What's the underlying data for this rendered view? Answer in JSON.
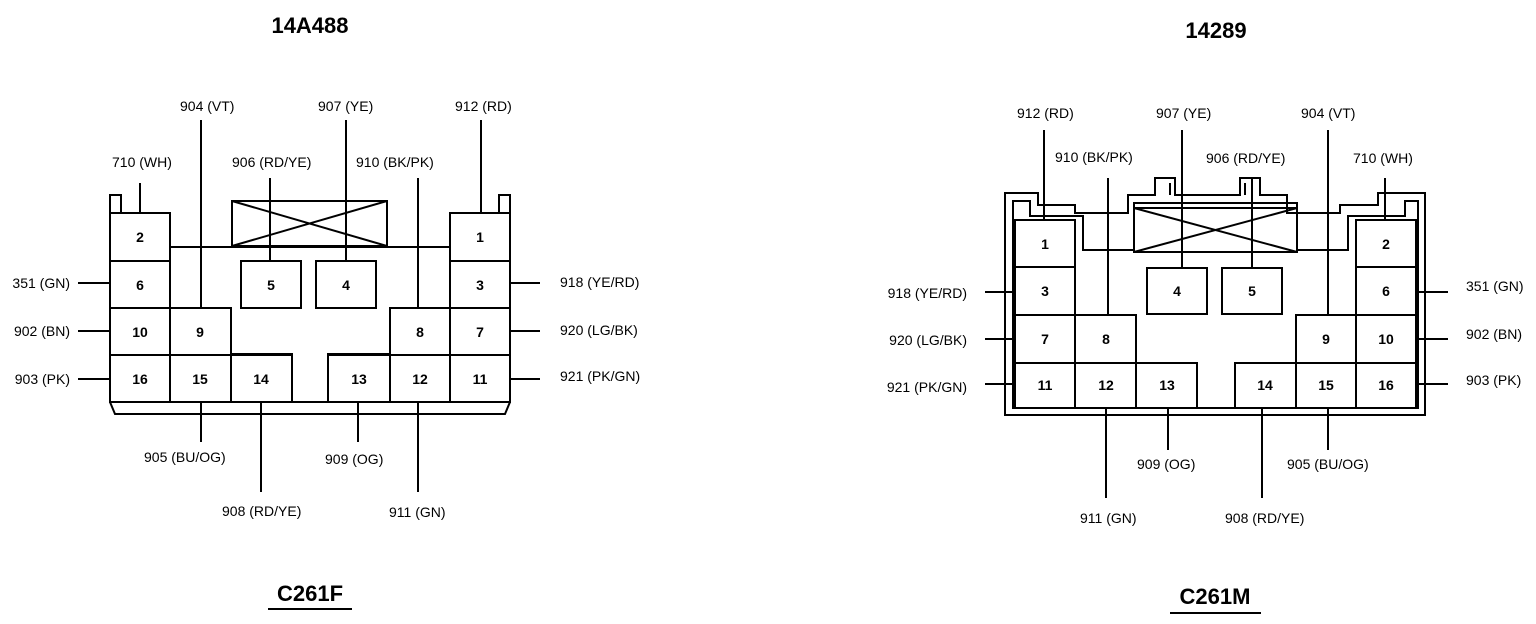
{
  "connectors": [
    {
      "id": "c261f",
      "part_number": "14A488",
      "name": "C261F",
      "pins": [
        {
          "num": "1",
          "circuit": "912 (RD)"
        },
        {
          "num": "2",
          "circuit": "710 (WH)"
        },
        {
          "num": "3",
          "circuit": "918 (YE/RD)"
        },
        {
          "num": "4",
          "circuit": "907 (YE)"
        },
        {
          "num": "5",
          "circuit": "906 (RD/YE)"
        },
        {
          "num": "6",
          "circuit": "351 (GN)"
        },
        {
          "num": "7",
          "circuit": "920 (LG/BK)"
        },
        {
          "num": "8",
          "circuit": "910 (BK/PK)"
        },
        {
          "num": "9",
          "circuit": "904 (VT)"
        },
        {
          "num": "10",
          "circuit": "902 (BN)"
        },
        {
          "num": "11",
          "circuit": "921 (PK/GN)"
        },
        {
          "num": "12",
          "circuit": "911 (GN)"
        },
        {
          "num": "13",
          "circuit": "909 (OG)"
        },
        {
          "num": "14",
          "circuit": "908 (RD/YE)"
        },
        {
          "num": "15",
          "circuit": "905 (BU/OG)"
        },
        {
          "num": "16",
          "circuit": "903 (PK)"
        }
      ]
    },
    {
      "id": "c261m",
      "part_number": "14289",
      "name": "C261M",
      "pins": [
        {
          "num": "1",
          "circuit": "912 (RD)"
        },
        {
          "num": "2",
          "circuit": "710 (WH)"
        },
        {
          "num": "3",
          "circuit": "918 (YE/RD)"
        },
        {
          "num": "4",
          "circuit": "907 (YE)"
        },
        {
          "num": "5",
          "circuit": "906 (RD/YE)"
        },
        {
          "num": "6",
          "circuit": "351 (GN)"
        },
        {
          "num": "7",
          "circuit": "920 (LG/BK)"
        },
        {
          "num": "8",
          "circuit": "910 (BK/PK)"
        },
        {
          "num": "9",
          "circuit": "904 (VT)"
        },
        {
          "num": "10",
          "circuit": "902 (BN)"
        },
        {
          "num": "11",
          "circuit": "921 (PK/GN)"
        },
        {
          "num": "12",
          "circuit": "911 (GN)"
        },
        {
          "num": "13",
          "circuit": "909 (OG)"
        },
        {
          "num": "14",
          "circuit": "908 (RD/YE)"
        },
        {
          "num": "15",
          "circuit": "905 (BU/OG)"
        },
        {
          "num": "16",
          "circuit": "903 (PK)"
        }
      ]
    }
  ]
}
